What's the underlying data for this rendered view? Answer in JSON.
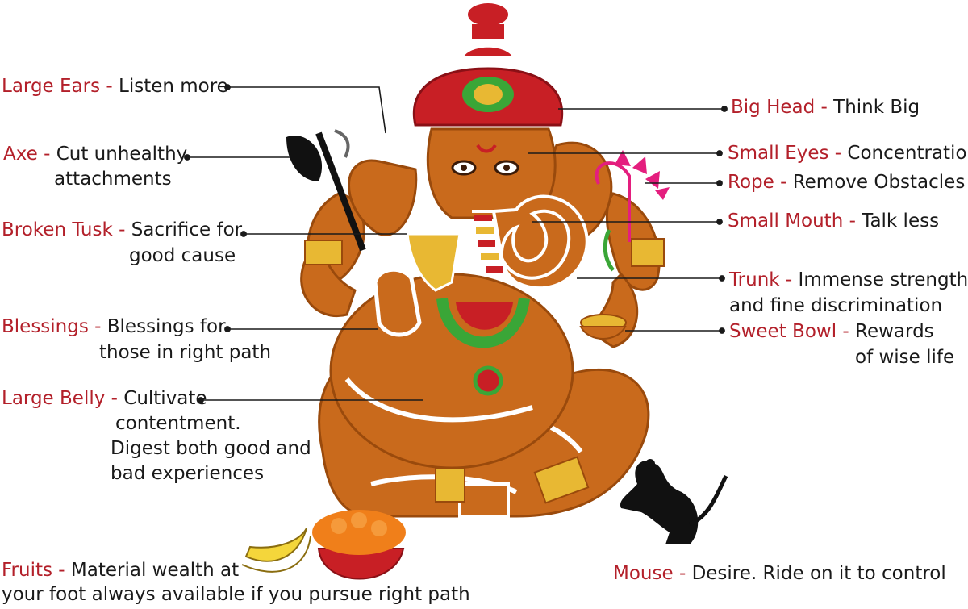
{
  "colors": {
    "body": "#c96a1c",
    "outline": "#9a4a0c",
    "crown": "#c81f25",
    "gold": "#e8b833",
    "green": "#3aa637",
    "key_text": "#b3202a",
    "desc_text": "#1a1a1a",
    "mouse": "#111111",
    "banana": "#f4d63b",
    "laddu": "#f07f1a"
  },
  "icons": [
    "ganesha-figure",
    "axe-icon",
    "rope-icon",
    "sweet-bowl-icon",
    "banana-icon",
    "laddu-bowl-icon",
    "mouse-icon"
  ],
  "labels": {
    "large_ears": {
      "key": "Large Ears",
      "desc": "Listen more"
    },
    "axe": {
      "key": "Axe",
      "desc1": "Cut unhealthy",
      "desc2": "attachments"
    },
    "broken_tusk": {
      "key": "Broken Tusk",
      "desc1": "Sacrifice for",
      "desc2": "good cause"
    },
    "blessings": {
      "key": "Blessings",
      "desc1": "Blessings for",
      "desc2": "those in right path"
    },
    "large_belly": {
      "key": "Large Belly",
      "desc1": "Cultivate",
      "desc2": "contentment.",
      "desc3": "Digest both good and",
      "desc4": "bad experiences"
    },
    "fruits": {
      "key": "Fruits",
      "desc1": "Material wealth at",
      "desc2": "your foot always available if you pursue right path"
    },
    "big_head": {
      "key": "Big Head",
      "desc": "Think Big"
    },
    "small_eyes": {
      "key": "Small Eyes",
      "desc": "Concentration"
    },
    "rope": {
      "key": "Rope",
      "desc": "Remove Obstacles"
    },
    "small_mouth": {
      "key": "Small Mouth",
      "desc": "Talk less"
    },
    "trunk": {
      "key": "Trunk",
      "desc1": "Immense strength",
      "desc2": "and fine discrimination"
    },
    "sweet_bowl": {
      "key": "Sweet Bowl",
      "desc1": "Rewards",
      "desc2": "of wise life"
    },
    "mouse": {
      "key": "Mouse",
      "desc": "Desire. Ride on it to control"
    }
  },
  "separator": " - "
}
